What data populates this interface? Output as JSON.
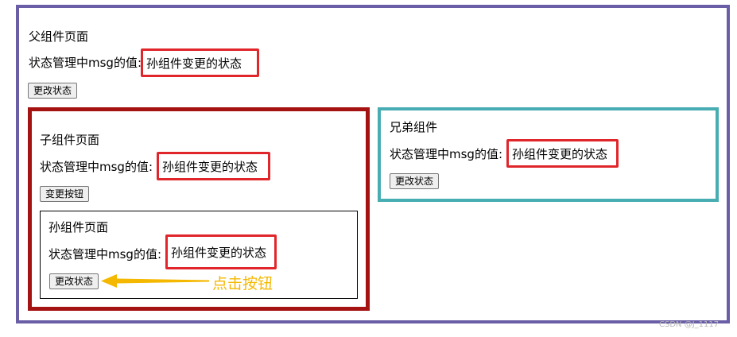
{
  "parent": {
    "title": "父组件页面",
    "state_label": "状态管理中msg的值:",
    "state_value": "孙组件变更的状态",
    "button_label": "更改状态"
  },
  "child": {
    "title": "子组件页面",
    "state_label": "状态管理中msg的值:",
    "state_value": "孙组件变更的状态",
    "button_label": "变更按钮"
  },
  "grandchild": {
    "title": "孙组件页面",
    "state_label": "状态管理中msg的值:",
    "state_value": "孙组件变更的状态",
    "button_label": "更改状态"
  },
  "sibling": {
    "title": "兄弟组件",
    "state_label": "状态管理中msg的值:",
    "state_value": "孙组件变更的状态",
    "button_label": "更改状态"
  },
  "annotation": {
    "text": "点击按钮",
    "color": "#f5b800"
  },
  "watermark": "CSDN @J_1117",
  "colors": {
    "parent_border": "#6a5ea6",
    "child_border": "#a51212",
    "sibling_border": "#48adb2",
    "highlight_border": "#e0262b"
  }
}
